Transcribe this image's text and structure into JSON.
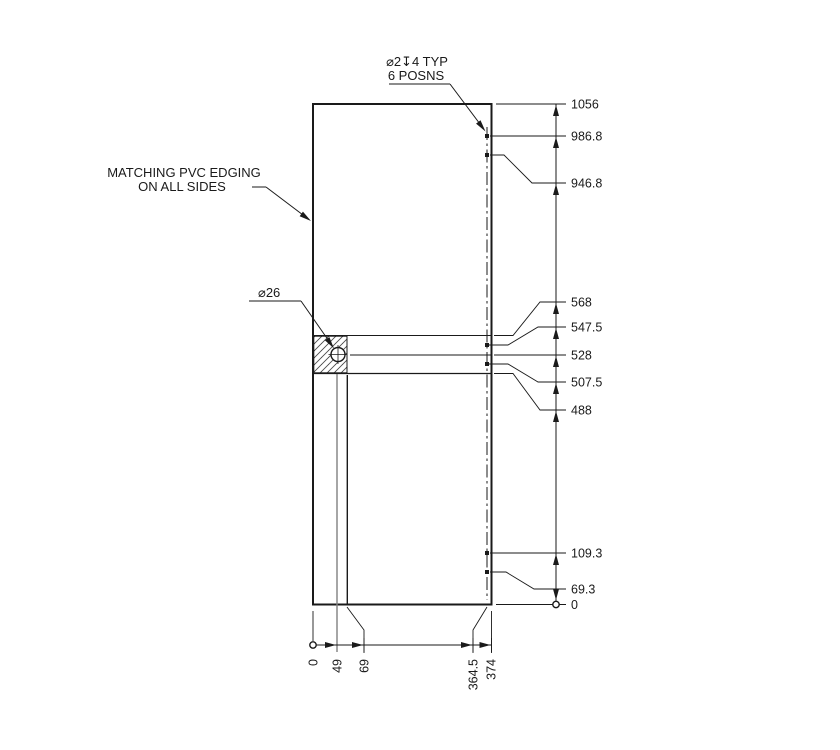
{
  "drawing": {
    "callout_holes": {
      "line1": "⌀2↧4 TYP",
      "line2": "6 POSNS"
    },
    "callout_edging": {
      "line1": "MATCHING PVC EDGING",
      "line2": "ON ALL SIDES"
    },
    "callout_bore": {
      "label": "⌀26"
    }
  },
  "dims": {
    "right": [
      {
        "label": "1056"
      },
      {
        "label": "986.8"
      },
      {
        "label": "946.8"
      },
      {
        "label": "568"
      },
      {
        "label": "547.5"
      },
      {
        "label": "528"
      },
      {
        "label": "507.5"
      },
      {
        "label": "488"
      },
      {
        "label": "109.3"
      },
      {
        "label": "69.3"
      },
      {
        "label": "0"
      }
    ],
    "bottom": [
      {
        "label": "0"
      },
      {
        "label": "49"
      },
      {
        "label": "69"
      },
      {
        "label": "364.5"
      },
      {
        "label": "374"
      }
    ]
  },
  "colors": {
    "ink": "#1a1a1a",
    "thin_gray": "#808080",
    "paper": "#ffffff"
  }
}
